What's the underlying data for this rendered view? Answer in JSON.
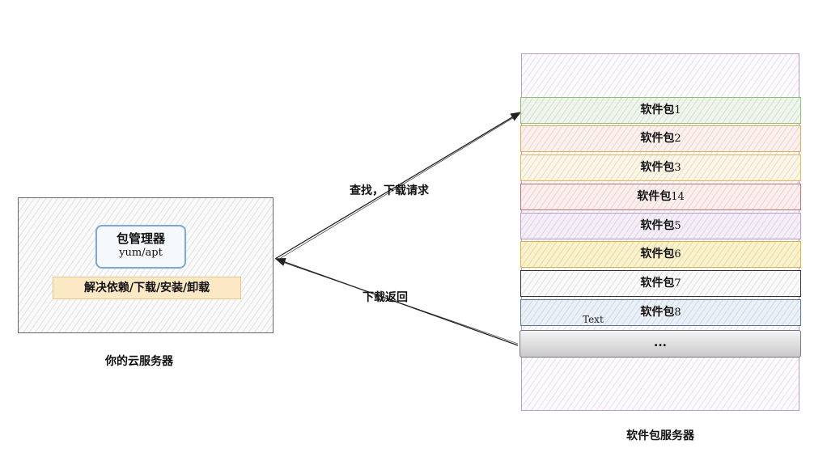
{
  "client": {
    "package_manager_title": "包管理器",
    "package_manager_subtitle": "yum/apt",
    "features": "解决依赖/下载/安装/卸载",
    "caption": "你的云服务器"
  },
  "server": {
    "caption": "软件包服务器",
    "packages": [
      {
        "label": "软件包",
        "num": "1",
        "fill": "#eef5ea",
        "border": "#8cbf6e"
      },
      {
        "label": "软件包",
        "num": "2",
        "fill": "#fdf0ec",
        "border": "#e8a94a"
      },
      {
        "label": "软件包",
        "num": "3",
        "fill": "#fdf6e6",
        "border": "#e8b84a"
      },
      {
        "label": "软件包",
        "num": "14",
        "fill": "#fdeeee",
        "border": "#d76b6b"
      },
      {
        "label": "软件包",
        "num": "5",
        "fill": "#f5eef9",
        "border": "#b89ad6"
      },
      {
        "label": "软件包",
        "num": "6",
        "fill": "#fbf2c9",
        "border": "#d6b73a"
      },
      {
        "label": "软件包",
        "num": "7",
        "fill": "#fafafa",
        "border": "#333333"
      },
      {
        "label": "软件包",
        "num": "8",
        "fill": "#eaf0f7",
        "border": "#5a7599"
      }
    ],
    "ellipsis": "...",
    "stray_text": "Text"
  },
  "arrows": {
    "request_label": "查找，下载请求",
    "return_label": "下载返回"
  }
}
